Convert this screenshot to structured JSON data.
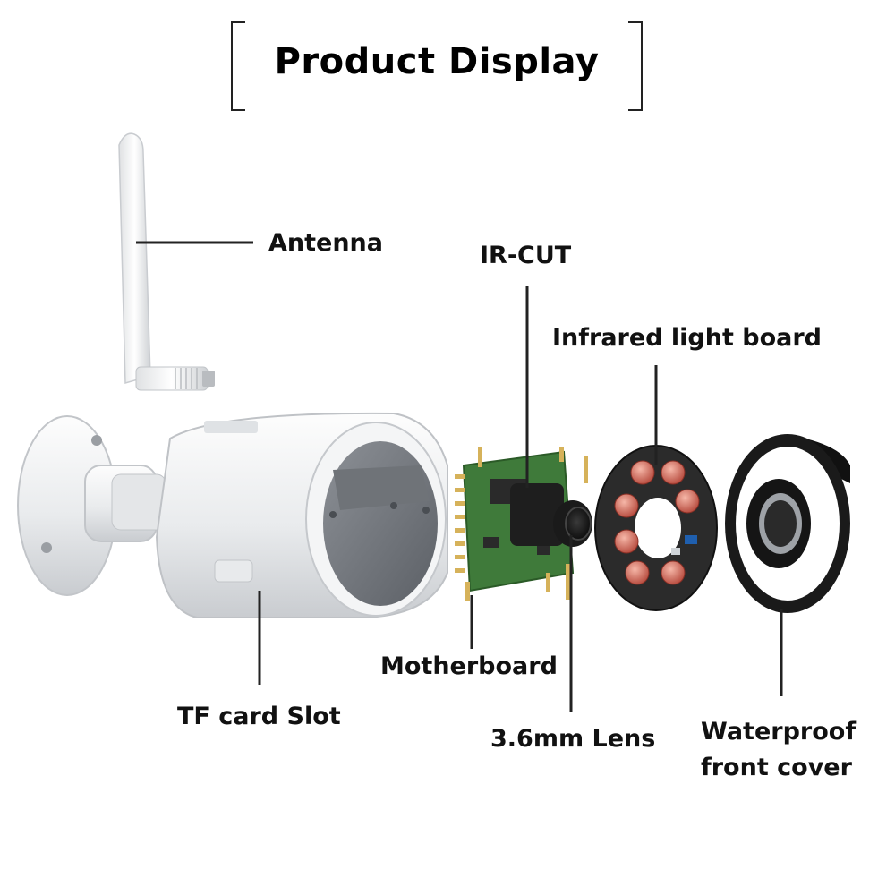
{
  "title": "Product Display",
  "labels": {
    "antenna": "Antenna",
    "ir_cut": "IR-CUT",
    "infrared_board": "Infrared light board",
    "motherboard": "Motherboard",
    "tf_card_slot": "TF card Slot",
    "lens": "3.6mm Lens",
    "front_cover_line1": "Waterproof",
    "front_cover_line2": "front cover"
  },
  "colors": {
    "housing": "#eef0f2",
    "pcb": "#3f7a3a",
    "ir_board": "#2b2b2b",
    "led": "#d86a5a",
    "cover": "#1a1a1a",
    "leader": "#222222"
  }
}
